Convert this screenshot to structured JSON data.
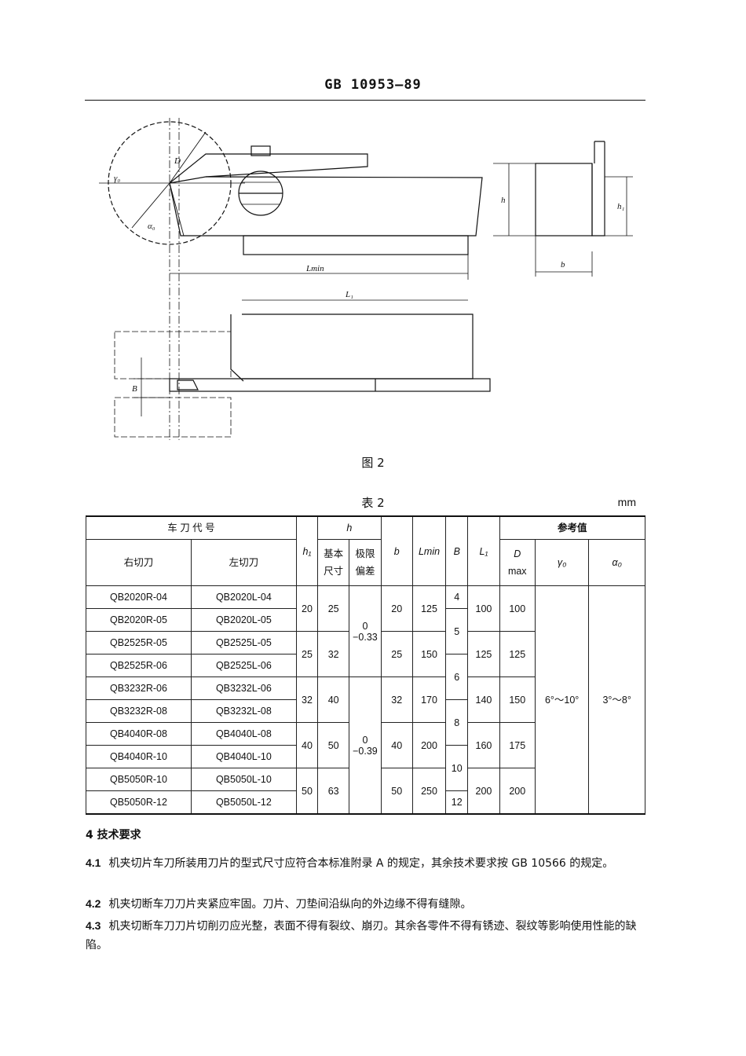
{
  "header": {
    "standard": "GB 10953—89"
  },
  "figure": {
    "caption": "图 2",
    "labels": {
      "D": "D",
      "gamma": "γ₀",
      "alpha": "α₀",
      "Lmin": "Lmin",
      "L1": "L₁",
      "B": "B",
      "h": "h",
      "h1": "h₁",
      "b": "b"
    }
  },
  "table": {
    "caption": "表 2",
    "unit": "mm",
    "headers": {
      "code": "车 刀 代 号",
      "right": "右切刀",
      "left": "左切刀",
      "h1": "h₁",
      "h": "h",
      "h_basic": "基本尺寸",
      "h_tol": "极限偏差",
      "b": "b",
      "Lmin": "Lmin",
      "B": "B",
      "L1": "L₁",
      "ref": "参考值",
      "D": "D",
      "D_sub": "max",
      "gamma": "γ₀",
      "alpha": "α₀"
    },
    "rows": [
      {
        "right": "QB2020R-04",
        "left": "QB2020L-04"
      },
      {
        "right": "QB2020R-05",
        "left": "QB2020L-05"
      },
      {
        "right": "QB2525R-05",
        "left": "QB2525L-05"
      },
      {
        "right": "QB2525R-06",
        "left": "QB2525L-06"
      },
      {
        "right": "QB3232R-06",
        "left": "QB3232L-06"
      },
      {
        "right": "QB3232R-08",
        "left": "QB3232L-08"
      },
      {
        "right": "QB4040R-08",
        "left": "QB4040L-08"
      },
      {
        "right": "QB4040R-10",
        "left": "QB4040L-10"
      },
      {
        "right": "QB5050R-10",
        "left": "QB5050L-10"
      },
      {
        "right": "QB5050R-12",
        "left": "QB5050L-12"
      }
    ],
    "groups": [
      {
        "h1": "20",
        "h_basic": "25",
        "b": "20",
        "Lmin": "125",
        "L1": "100",
        "D": "100"
      },
      {
        "h1": "25",
        "h_basic": "32",
        "b": "25",
        "Lmin": "150",
        "L1": "125",
        "D": "125"
      },
      {
        "h1": "32",
        "h_basic": "40",
        "b": "32",
        "Lmin": "170",
        "L1": "140",
        "D": "150"
      },
      {
        "h1": "40",
        "h_basic": "50",
        "b": "40",
        "Lmin": "200",
        "L1": "160",
        "D": "175"
      },
      {
        "h1": "50",
        "h_basic": "63",
        "b": "50",
        "Lmin": "250",
        "L1": "200",
        "D": "200"
      }
    ],
    "tolerances": [
      {
        "upper": "0",
        "lower": "−0.33"
      },
      {
        "upper": "0",
        "lower": "−0.39"
      }
    ],
    "B_values": [
      "4",
      "5",
      "6",
      "8",
      "10",
      "12"
    ],
    "gamma_range": "6°～10°",
    "alpha_range": "3°～8°"
  },
  "section": {
    "title": "4  技术要求",
    "items": [
      {
        "num": "4.1",
        "text": "机夹切片车刀所装用刀片的型式尺寸应符合本标准附录 A 的规定，其余技术要求按 GB 10566 的规定。"
      },
      {
        "num": "4.2",
        "text": "机夹切断车刀刀片夹紧应牢固。刀片、刀垫间沿纵向的外边缘不得有缝隙。"
      },
      {
        "num": "4.3",
        "text": "机夹切断车刀刀片切削刃应光整，表面不得有裂纹、崩刃。其余各零件不得有锈迹、裂纹等影响使用性能的缺陷。"
      }
    ]
  }
}
